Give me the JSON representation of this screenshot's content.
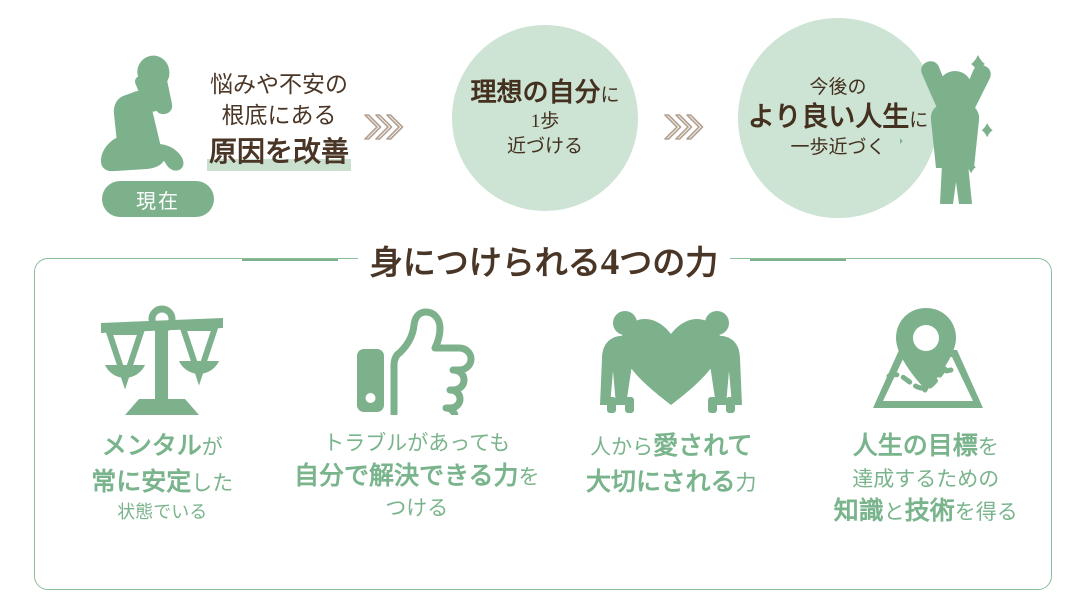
{
  "colors": {
    "green": "#7cb18c",
    "green_text": "#79b48c",
    "circle_bg": "#cde3d3",
    "highlight": "#c8e0cd",
    "brown_text": "#4a3626",
    "chevron": "#b3a191"
  },
  "journey": {
    "current_badge": "現在",
    "kneel_icon": "kneeling-person-icon",
    "step1": {
      "line1": "悩みや不安の",
      "line2": "根底にある",
      "line3_highlight": "原因を改善"
    },
    "arrow1": "triple-chevron-right-icon",
    "step2": {
      "line1_main": "理想の自分",
      "line1_suffix": "に",
      "line2": "1歩",
      "line3": "近づける"
    },
    "arrow2": "triple-chevron-right-icon",
    "step3": {
      "line1": "今後の",
      "line2_main": "より良い人生",
      "line2_suffix": "に",
      "line3": "一歩近づく"
    },
    "joy_icon": "celebrating-person-icon"
  },
  "panel": {
    "title_prefix": "身につけられる",
    "title_number": "4",
    "title_suffix": "つの力",
    "columns": [
      {
        "icon": "balance-scale-icon",
        "line1_main": "メンタル",
        "line1_suffix": "が",
        "line2_main": "常に安定",
        "line2_suffix": "した",
        "line3": "状態でいる"
      },
      {
        "icon": "thumbs-up-icon",
        "line1": "トラブルがあっても",
        "line2_main": "自分で解決できる力",
        "line2_suffix": "を",
        "line3": "つける"
      },
      {
        "icon": "people-holding-heart-icon",
        "line1_prefix": "人から",
        "line1_main": "愛されて",
        "line2_main": "大切にされる",
        "line2_suffix": "力",
        "line3": ""
      },
      {
        "icon": "map-pin-icon",
        "line1_main": "人生の目標",
        "line1_suffix": "を",
        "line2": "達成するための",
        "line3_main": "知識",
        "line3_mid": "と",
        "line3_main2": "技術",
        "line3_suffix": "を得る"
      }
    ]
  }
}
